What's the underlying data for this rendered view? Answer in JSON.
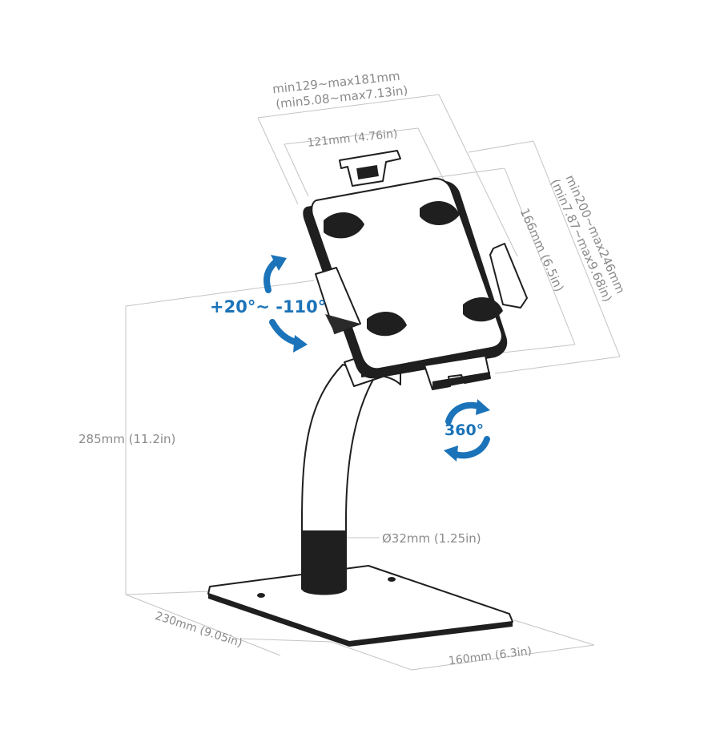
{
  "dimensions": {
    "clamp_width_range": "min129~max181mm",
    "clamp_width_range_in": "(min5.08~max7.13in)",
    "holder_width": "121mm (4.76in)",
    "holder_height": "166mm (6.5in)",
    "clamp_height_range": "min200~max246mm",
    "clamp_height_range_in": "(min7.87~max9.68in)",
    "stand_height": "285mm (11.2in)",
    "pole_diameter": "Ø32mm (1.25in)",
    "base_length": "230mm (9.05in)",
    "base_width": "160mm (6.3in)"
  },
  "features": {
    "tilt_range": "+20°~ -110°",
    "rotation": "360°"
  },
  "colors": {
    "accent": "#1b73b9",
    "dimension_text": "#8a8a8a",
    "dimension_line": "#c4c4c4",
    "outline": "#1f1f1f"
  },
  "icons": [
    "tilt-arrow-up-icon",
    "tilt-arrow-down-icon",
    "rotation-360-icon"
  ]
}
